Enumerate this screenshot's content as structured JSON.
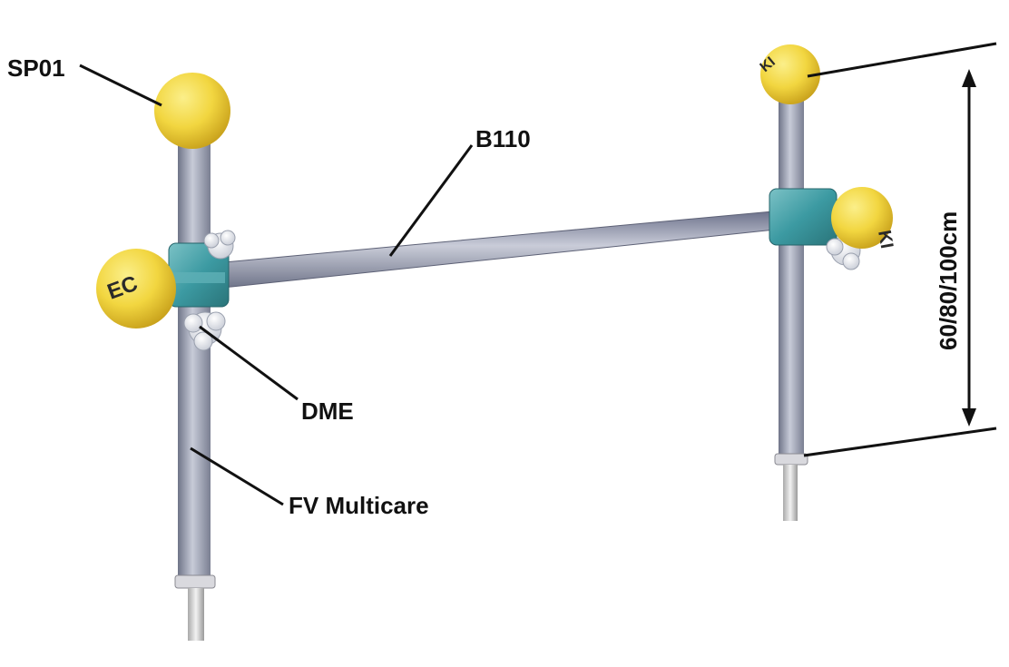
{
  "labels": {
    "ball": "SP01",
    "bar": "B110",
    "clamp": "DME",
    "post": "FV Multicare",
    "height": "60/80/100cm"
  },
  "ball_markings": {
    "left_lower": "EC",
    "right_upper": "KI",
    "right_lower": "KI"
  },
  "colors": {
    "ball_yellow": "#f2d640",
    "clamp_teal": "#3c9aa2",
    "metal": "#9aa0b2",
    "line": "#111111"
  }
}
